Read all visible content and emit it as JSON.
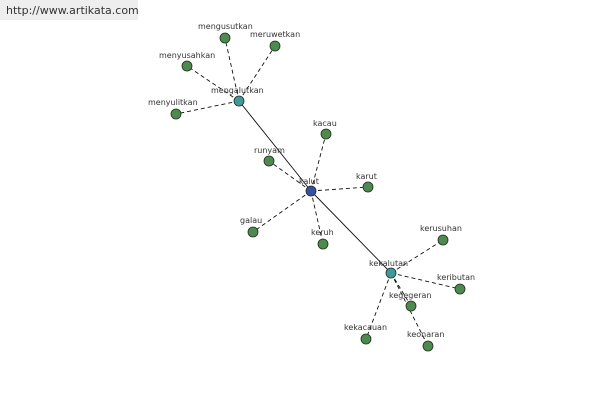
{
  "source_label": "http://www.artikata.com",
  "colors": {
    "center": "#3a4fa3",
    "hub": "#3e9a9a",
    "leaf": "#4e8a4e",
    "stroke": "#1f2f1f",
    "edge": "#111111"
  },
  "nodes": [
    {
      "id": "kalut",
      "label": "kalut",
      "kind": "center"
    },
    {
      "id": "mengalutkan",
      "label": "mengalutkan",
      "kind": "hub"
    },
    {
      "id": "kekalutan",
      "label": "kekalutan",
      "kind": "hub"
    },
    {
      "id": "mengusutkan",
      "label": "mengusutkan",
      "kind": "leaf"
    },
    {
      "id": "meruwetkan",
      "label": "meruwetkan",
      "kind": "leaf"
    },
    {
      "id": "menyusahkan",
      "label": "menyusahkan",
      "kind": "leaf"
    },
    {
      "id": "menyulitkan",
      "label": "menyulitkan",
      "kind": "leaf"
    },
    {
      "id": "kacau",
      "label": "kacau",
      "kind": "leaf"
    },
    {
      "id": "runyam",
      "label": "runyam",
      "kind": "leaf"
    },
    {
      "id": "karut",
      "label": "karut",
      "kind": "leaf"
    },
    {
      "id": "galau",
      "label": "galau",
      "kind": "leaf"
    },
    {
      "id": "keruh",
      "label": "keruh",
      "kind": "leaf"
    },
    {
      "id": "kerusuhan",
      "label": "kerusuhan",
      "kind": "leaf"
    },
    {
      "id": "keributan",
      "label": "keributan",
      "kind": "leaf"
    },
    {
      "id": "kegegeran",
      "label": "kegegeran",
      "kind": "leaf"
    },
    {
      "id": "kekacauan",
      "label": "kekacauan",
      "kind": "leaf"
    },
    {
      "id": "keonaran",
      "label": "keonaran",
      "kind": "leaf"
    }
  ],
  "edges": [
    {
      "from": "kalut",
      "to": "mengalutkan",
      "style": "solid"
    },
    {
      "from": "kalut",
      "to": "kekalutan",
      "style": "solid"
    },
    {
      "from": "mengalutkan",
      "to": "mengusutkan",
      "style": "dashed"
    },
    {
      "from": "mengalutkan",
      "to": "meruwetkan",
      "style": "dashed"
    },
    {
      "from": "mengalutkan",
      "to": "menyusahkan",
      "style": "dashed"
    },
    {
      "from": "mengalutkan",
      "to": "menyulitkan",
      "style": "dashed"
    },
    {
      "from": "kalut",
      "to": "kacau",
      "style": "dashed"
    },
    {
      "from": "kalut",
      "to": "runyam",
      "style": "dashed"
    },
    {
      "from": "kalut",
      "to": "karut",
      "style": "dashed"
    },
    {
      "from": "kalut",
      "to": "galau",
      "style": "dashed"
    },
    {
      "from": "kalut",
      "to": "keruh",
      "style": "dashed"
    },
    {
      "from": "kekalutan",
      "to": "kerusuhan",
      "style": "dashed"
    },
    {
      "from": "kekalutan",
      "to": "keributan",
      "style": "dashed"
    },
    {
      "from": "kekalutan",
      "to": "kegegeran",
      "style": "dashed"
    },
    {
      "from": "kekalutan",
      "to": "kekacauan",
      "style": "dashed"
    },
    {
      "from": "kekalutan",
      "to": "keonaran",
      "style": "dashed"
    }
  ]
}
